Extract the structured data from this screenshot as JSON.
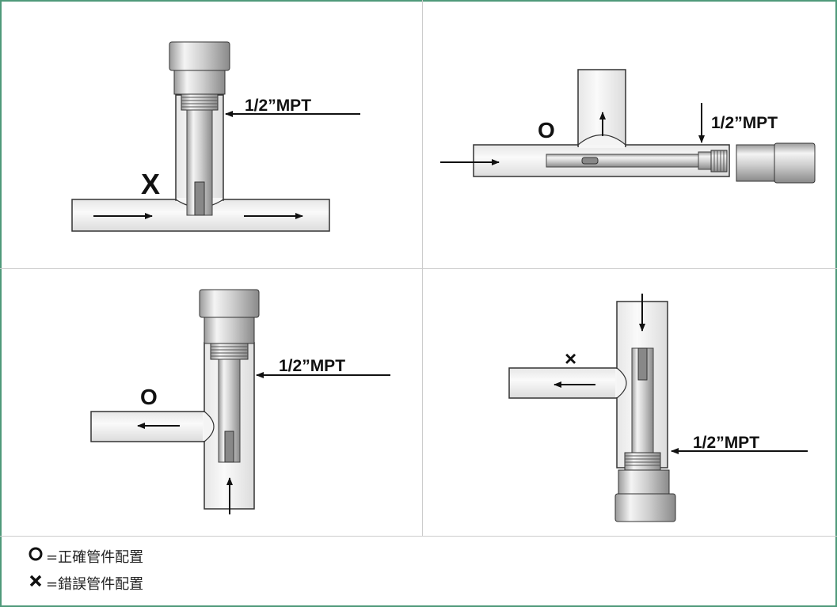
{
  "panels": [
    {
      "mark": "X",
      "label": "1/2”MPT"
    },
    {
      "mark": "O",
      "label": "1/2”MPT"
    },
    {
      "mark": "O",
      "label": "1/2”MPT"
    },
    {
      "mark": "×",
      "label": "1/2”MPT"
    }
  ],
  "legend": [
    {
      "symbol": "circle",
      "text": "=正確管件配置"
    },
    {
      "symbol": "cross",
      "text": "=錯誤管件配置"
    }
  ],
  "colors": {
    "border": "#4f9a7a",
    "divider": "#cccccc",
    "ink": "#111111"
  }
}
